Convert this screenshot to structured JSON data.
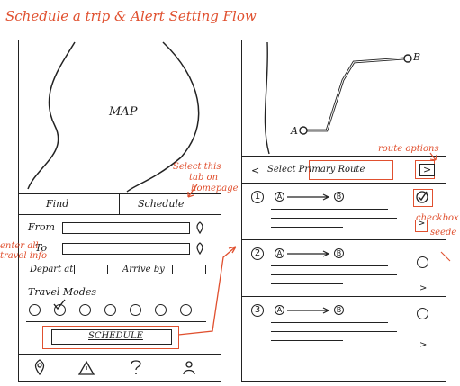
{
  "title": "Schedule a trip & Alert Setting Flow",
  "left_screen": {
    "map_label": "MAP",
    "tabs": [
      "Find",
      "Schedule"
    ],
    "from_label": "From",
    "to_label": "To",
    "depart_label": "Depart at",
    "arrive_label": "Arrive by",
    "travel_modes_label": "Travel Modes",
    "schedule_button": "SCHEDULE",
    "bottom_nav": [
      "location-pin-icon",
      "alert-triangle-icon",
      "help-icon",
      "profile-icon"
    ]
  },
  "right_screen": {
    "map_points": [
      "A",
      "B"
    ],
    "header_title": "Select Primary Route",
    "back_glyph": "<",
    "next_glyph": ">",
    "routes": [
      {
        "index": "1",
        "from": "A",
        "to": "B",
        "selected": true
      },
      {
        "index": "2",
        "from": "A",
        "to": "B",
        "selected": false
      },
      {
        "index": "3",
        "from": "A",
        "to": "B",
        "selected": false
      }
    ]
  },
  "annotations": {
    "select_tab_1": "Select this",
    "select_tab_2": "tab on",
    "select_tab_3": "homepage",
    "enter_info_1": "enter all",
    "enter_info_2": "travel info",
    "route_options": "route options",
    "checkbox": "checkbox",
    "see_details": "seede"
  },
  "colors": {
    "ink": "#1a1a1a",
    "accent": "#e0502f"
  }
}
